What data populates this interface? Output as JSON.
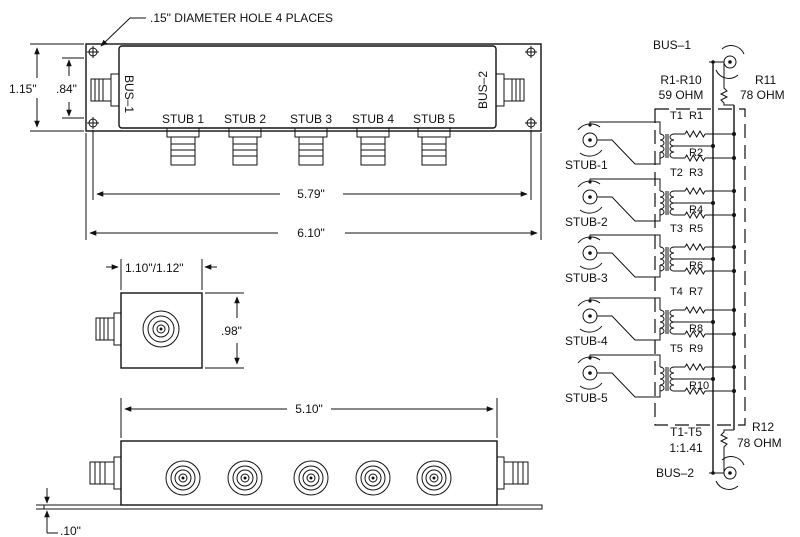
{
  "notes": {
    "hole_note": ".15\" DIAMETER HOLE 4 PLACES"
  },
  "top_view": {
    "dims": {
      "h_outer": "1.15\"",
      "h_inner": ".84\"",
      "w_inner": "5.79\"",
      "w_outer": "6.10\""
    },
    "bus_left": "BUS–1",
    "bus_right": "BUS–2",
    "stubs": [
      "STUB 1",
      "STUB 2",
      "STUB 3",
      "STUB 4",
      "STUB 5"
    ]
  },
  "end_view": {
    "dims": {
      "width": "1.10\"/1.12\"",
      "height": ".98\""
    }
  },
  "front_view": {
    "dims": {
      "length": "5.10\"",
      "flange": ".10\""
    }
  },
  "schematic": {
    "bus_top": "BUS–1",
    "bus_bottom": "BUS–2",
    "r_group": "R1-R10",
    "r_group_value": "59 OHM",
    "r11": "R11",
    "r11_value": "78 OHM",
    "r12": "R12",
    "r12_value": "78 OHM",
    "t_group": "T1-T5",
    "t_ratio": "1:1.41",
    "sections": [
      {
        "stub": "STUB-1",
        "t": "T1",
        "ra": "R1",
        "rb": "R2"
      },
      {
        "stub": "STUB-2",
        "t": "T2",
        "ra": "R3",
        "rb": "R4"
      },
      {
        "stub": "STUB-3",
        "t": "T3",
        "ra": "R5",
        "rb": "R6"
      },
      {
        "stub": "STUB-4",
        "t": "T4",
        "ra": "R7",
        "rb": "R8"
      },
      {
        "stub": "STUB-5",
        "t": "T5",
        "ra": "R9",
        "rb": "R10"
      }
    ]
  }
}
